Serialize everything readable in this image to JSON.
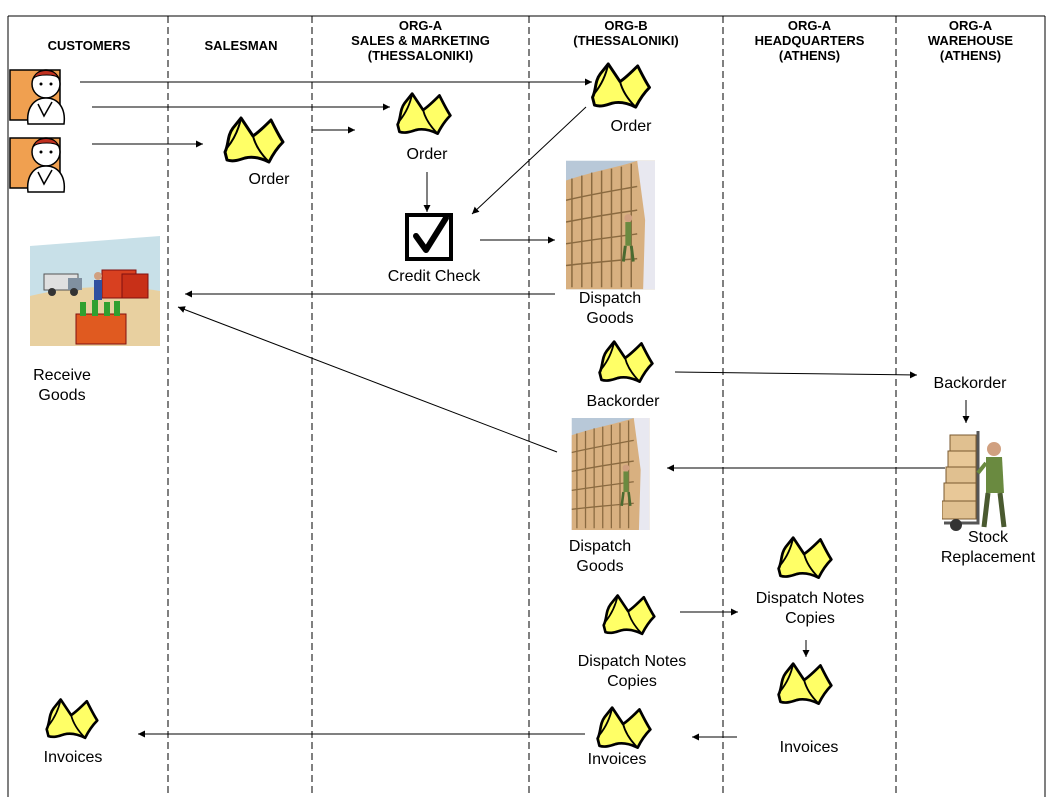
{
  "lanes": [
    {
      "id": "customers",
      "title": "CUSTOMERS"
    },
    {
      "id": "salesman",
      "title": "SALESMAN"
    },
    {
      "id": "org_a_sm",
      "title": "ORG-A\nSALES & MARKETING\n(THESSALONIKI)"
    },
    {
      "id": "org_b",
      "title": "ORG-B\n(THESSALONIKI)"
    },
    {
      "id": "org_a_hq",
      "title": "ORG-A\nHEADQUARTERS\n(ATHENS)"
    },
    {
      "id": "org_a_wh",
      "title": "ORG-A\nWAREHOUSE\n(ATHENS)"
    }
  ],
  "labels": {
    "order_salesman": "Order",
    "order_sm": "Order",
    "order_b": "Order",
    "credit_check": "Credit Check",
    "dispatch_goods_1": "Dispatch\nGoods",
    "receive_goods": "Receive\nGoods",
    "backorder_b": "Backorder",
    "backorder_wh": "Backorder",
    "dispatch_goods_2": "Dispatch\nGoods",
    "stock_replacement": "Stock\nReplacement",
    "dispatch_notes_hq": "Dispatch Notes\nCopies",
    "dispatch_notes_b": "Dispatch Notes\nCopies",
    "invoices_hq": "Invoices",
    "invoices_b": "Invoices",
    "invoices_customers": "Invoices"
  },
  "icons": {
    "customer": "customer-person-icon",
    "document": "folded-document-icon",
    "checkbox": "checked-box-icon",
    "warehouse": "warehouse-shelves-icon",
    "delivery": "delivery-truck-goods-icon",
    "handtruck": "hand-truck-worker-icon"
  },
  "colors": {
    "document_fill": "#ffff66",
    "shelves": "#c8a070",
    "line": "#000000"
  }
}
